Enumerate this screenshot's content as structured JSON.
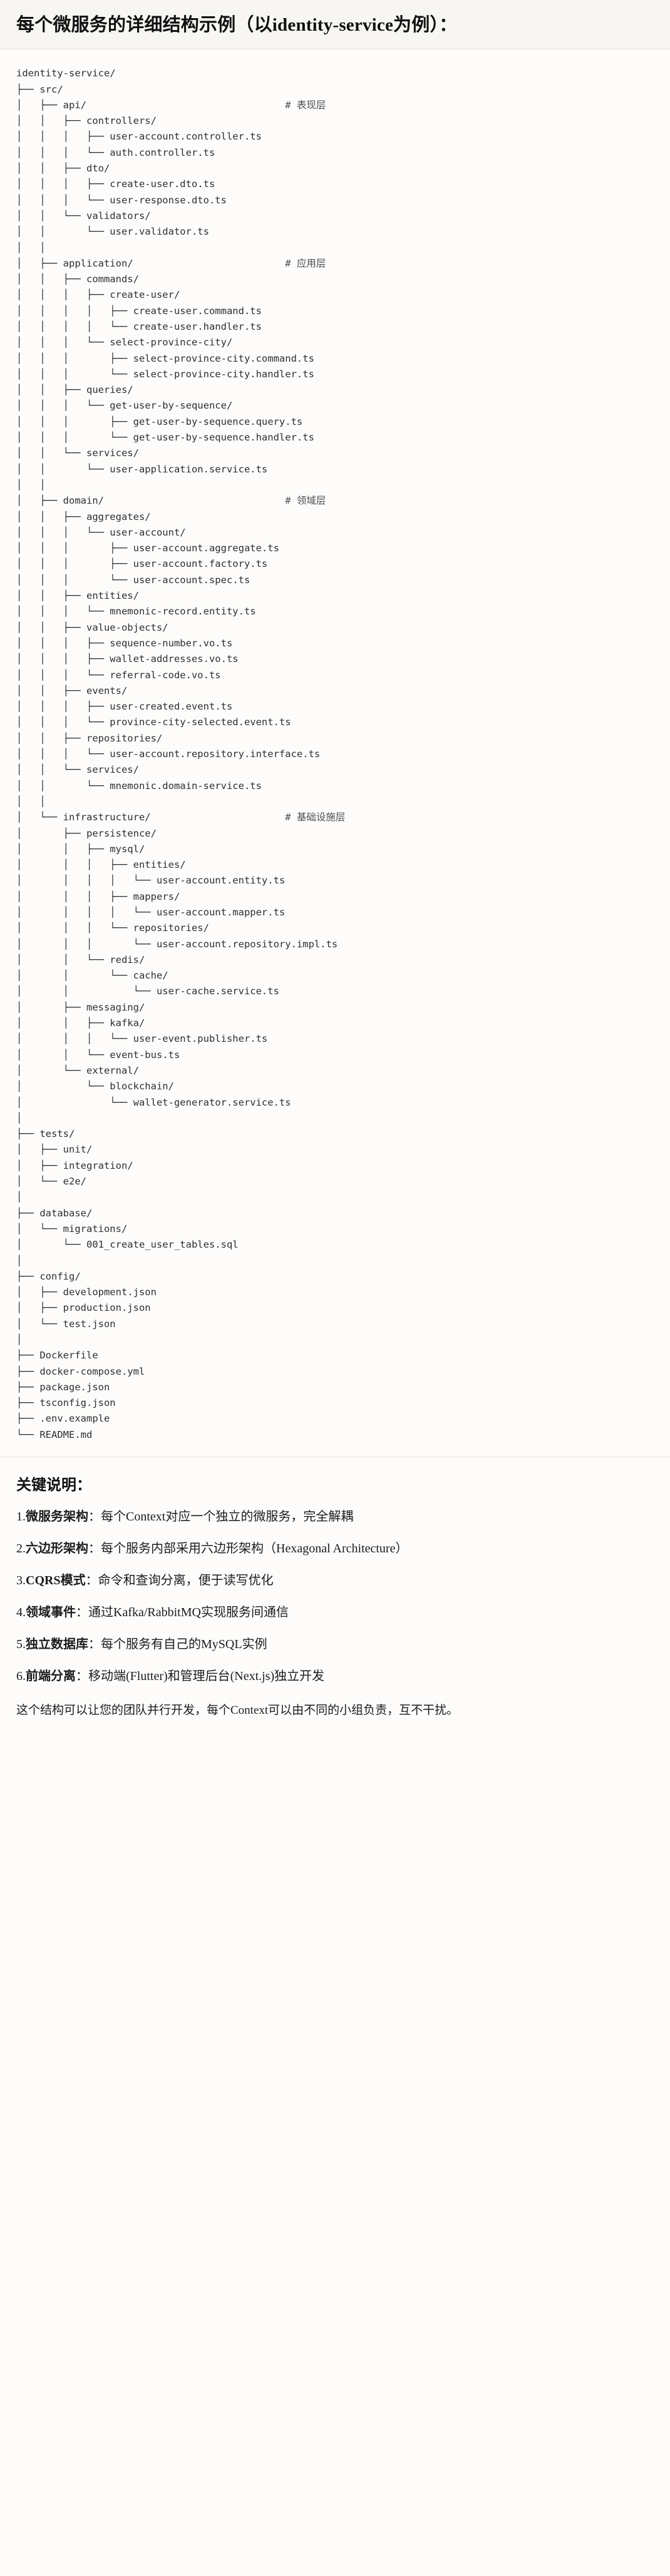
{
  "header": {
    "title": "每个微服务的详细结构示例（以identity-service为例）："
  },
  "tree": {
    "root": "identity-service/",
    "text": "identity-service/\n├── src/\n│   ├── api/                                  # 表现层\n│   │   ├── controllers/\n│   │   │   ├── user-account.controller.ts\n│   │   │   └── auth.controller.ts\n│   │   ├── dto/\n│   │   │   ├── create-user.dto.ts\n│   │   │   └── user-response.dto.ts\n│   │   └── validators/\n│   │       └── user.validator.ts\n│   │\n│   ├── application/                          # 应用层\n│   │   ├── commands/\n│   │   │   ├── create-user/\n│   │   │   │   ├── create-user.command.ts\n│   │   │   │   └── create-user.handler.ts\n│   │   │   └── select-province-city/\n│   │   │       ├── select-province-city.command.ts\n│   │   │       └── select-province-city.handler.ts\n│   │   ├── queries/\n│   │   │   └── get-user-by-sequence/\n│   │   │       ├── get-user-by-sequence.query.ts\n│   │   │       └── get-user-by-sequence.handler.ts\n│   │   └── services/\n│   │       └── user-application.service.ts\n│   │\n│   ├── domain/                               # 领域层\n│   │   ├── aggregates/\n│   │   │   └── user-account/\n│   │   │       ├── user-account.aggregate.ts\n│   │   │       ├── user-account.factory.ts\n│   │   │       └── user-account.spec.ts\n│   │   ├── entities/\n│   │   │   └── mnemonic-record.entity.ts\n│   │   ├── value-objects/\n│   │   │   ├── sequence-number.vo.ts\n│   │   │   ├── wallet-addresses.vo.ts\n│   │   │   └── referral-code.vo.ts\n│   │   ├── events/\n│   │   │   ├── user-created.event.ts\n│   │   │   └── province-city-selected.event.ts\n│   │   ├── repositories/\n│   │   │   └── user-account.repository.interface.ts\n│   │   └── services/\n│   │       └── mnemonic.domain-service.ts\n│   │\n│   └── infrastructure/                       # 基础设施层\n│       ├── persistence/\n│       │   ├── mysql/\n│       │   │   ├── entities/\n│       │   │   │   └── user-account.entity.ts\n│       │   │   ├── mappers/\n│       │   │   │   └── user-account.mapper.ts\n│       │   │   └── repositories/\n│       │   │       └── user-account.repository.impl.ts\n│       │   └── redis/\n│       │       └── cache/\n│       │           └── user-cache.service.ts\n│       ├── messaging/\n│       │   ├── kafka/\n│       │   │   └── user-event.publisher.ts\n│       │   └── event-bus.ts\n│       └── external/\n│           └── blockchain/\n│               └── wallet-generator.service.ts\n│\n├── tests/\n│   ├── unit/\n│   ├── integration/\n│   └── e2e/\n│\n├── database/\n│   └── migrations/\n│       └── 001_create_user_tables.sql\n│\n├── config/\n│   ├── development.json\n│   ├── production.json\n│   └── test.json\n│\n├── Dockerfile\n├── docker-compose.yml\n├── package.json\n├── tsconfig.json\n├── .env.example\n└── README.md",
    "layer_comments": [
      {
        "marker": "#",
        "label": "表现层"
      },
      {
        "marker": "#",
        "label": "应用层"
      },
      {
        "marker": "#",
        "label": "领域层"
      },
      {
        "marker": "#",
        "label": "基础设施层"
      }
    ]
  },
  "keypoints": {
    "heading": "关键说明：",
    "items": [
      {
        "num": "1.",
        "term": "微服务架构",
        "sep": "：",
        "desc": "每个Context对应一个独立的微服务，完全解耦"
      },
      {
        "num": "2.",
        "term": "六边形架构",
        "sep": "：",
        "desc": "每个服务内部采用六边形架构（Hexagonal Architecture）"
      },
      {
        "num": "3.",
        "term": "CQRS模式",
        "sep": "：",
        "desc": "命令和查询分离，便于读写优化"
      },
      {
        "num": "4.",
        "term": "领域事件",
        "sep": "：",
        "desc": "通过Kafka/RabbitMQ实现服务间通信"
      },
      {
        "num": "5.",
        "term": "独立数据库",
        "sep": "：",
        "desc": "每个服务有自己的MySQL实例"
      },
      {
        "num": "6.",
        "term": "前端分离",
        "sep": "：",
        "desc": "移动端(Flutter)和管理后台(Next.js)独立开发"
      }
    ],
    "closing": "这个结构可以让您的团队并行开发，每个Context可以由不同的小组负责，互不干扰。"
  }
}
